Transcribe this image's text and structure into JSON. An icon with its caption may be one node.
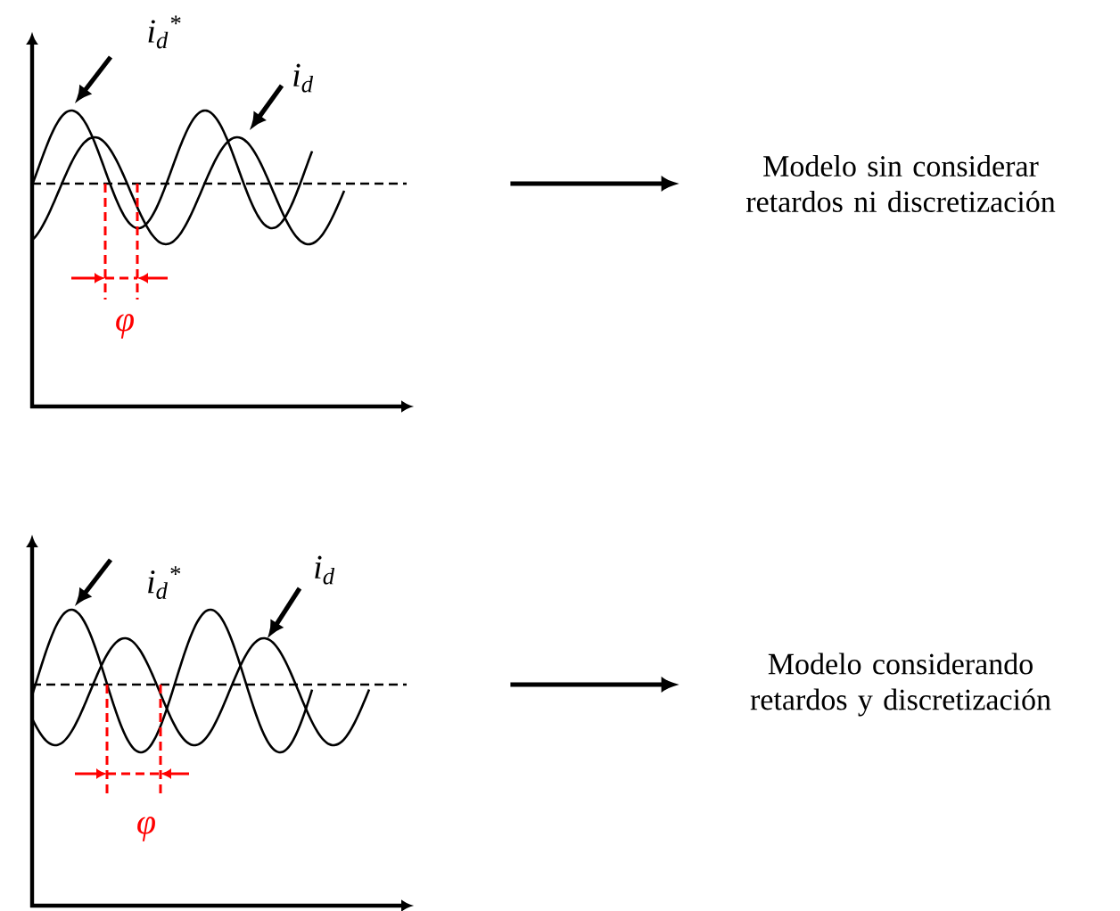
{
  "diagram": {
    "nodes": [
      {
        "text": [],
        "shape": "picture"
      },
      {
        "text": [
          "i$_{d}$$^{*}$"
        ]
      },
      {
        "text": [
          "i$_{d}$"
        ],
        "in": 0
      },
      {
        "text": [
          "Modelo sin considerar retardos ni discretización"
        ]
      },
      {
        "text": [],
        "shape": "picture"
      },
      {
        "text": [
          "i$_{d}$$^{*}$"
        ],
        "in": 4
      },
      {
        "text": [
          "i$_{d}$"
        ],
        "in": 4
      },
      {
        "text": [
          "Modelo considerando retardos y discretización"
        ]
      }
    ],
    "edges": [
      {
        "from": 0,
        "to": 3,
        "arrow": "to"
      },
      {
        "from": 1,
        "to": null,
        "arrow": "to"
      },
      {
        "from": 2,
        "to": null,
        "arrow": "to"
      },
      {
        "from": 4,
        "to": 7,
        "arrow": "to"
      },
      {
        "from": 5,
        "to": null,
        "arrow": "to"
      },
      {
        "from": 6,
        "to": null,
        "arrow": "to"
      }
    ],
    "labels": [
      "φ",
      "φ"
    ]
  }
}
